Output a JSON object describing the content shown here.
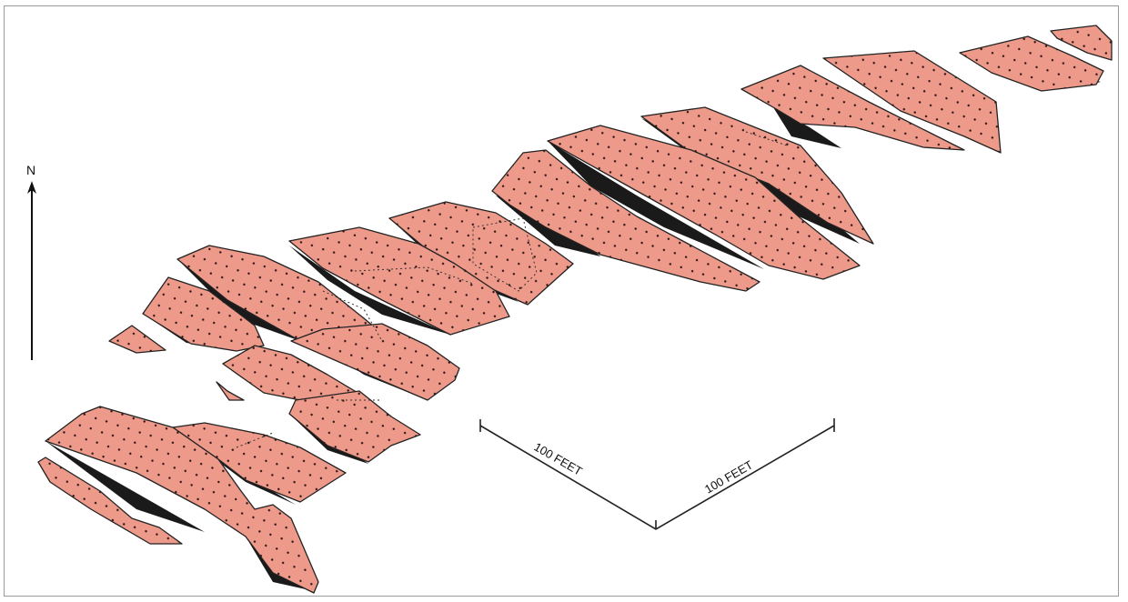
{
  "diagram": {
    "north_label": "N",
    "scale_labels": [
      "100 FEET",
      "100 FEET"
    ],
    "colors": {
      "block_fill": "#ee9a8a",
      "shadow": "#1a1a1a",
      "outline": "#222222",
      "dots": "#2a1414"
    },
    "icons": [
      "north-arrow-icon"
    ]
  }
}
